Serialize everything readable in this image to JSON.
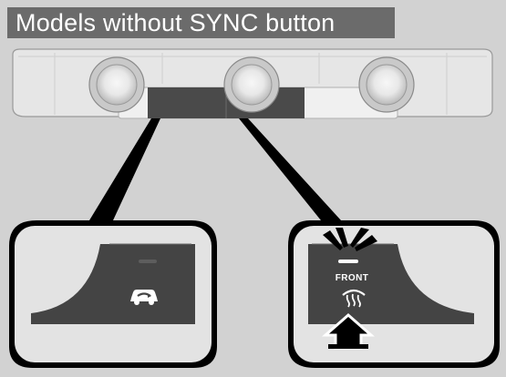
{
  "header": {
    "title": "Models without SYNC button"
  },
  "climate_panel": {
    "knobs": [
      "left-temperature-knob",
      "fan-speed-knob",
      "right-temperature-knob"
    ]
  },
  "recirculation_callout": {
    "button_icon": "recirculation-car-icon"
  },
  "defrost_callout": {
    "indicator": "indicator-light-icon",
    "button_label": "FRONT",
    "button_icon": "front-defrost-icon",
    "press_hint": "arrow-up-icon"
  },
  "colors": {
    "background": "#d2d2d2",
    "title_bar": "#6b6b6b",
    "button_face": "#444444",
    "panel": "#e8e8e8"
  }
}
